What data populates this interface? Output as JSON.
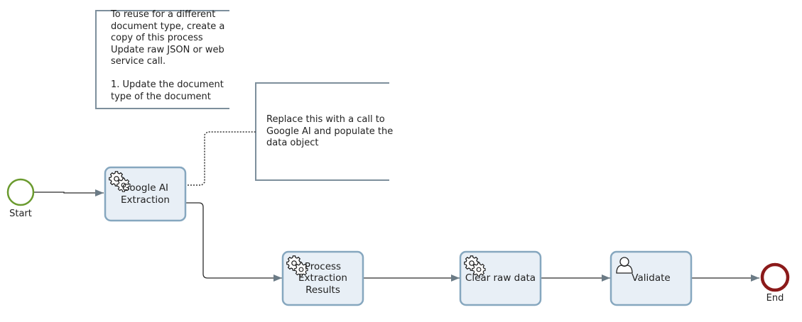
{
  "annotations": {
    "reuse_note": "To reuse for a different\ndocument type, create a\ncopy of this process\nUpdate raw JSON or web\nservice call.\n\n1. Update the document\ntype of the document",
    "replace_note": "Replace this with a call to\nGoogle AI and populate the\ndata object"
  },
  "events": {
    "start": {
      "label": "Start",
      "color": "#6a9a2e"
    },
    "end": {
      "label": "End",
      "color": "#8b1a1a"
    }
  },
  "tasks": {
    "google_ai_extraction": {
      "label": "Google AI\nExtraction",
      "icon": "service-gears-icon"
    },
    "process_extraction_results": {
      "label": "Process\nExtraction\nResults",
      "icon": "service-gears-icon"
    },
    "clear_raw_data": {
      "label": "Clear raw data",
      "icon": "service-gears-icon"
    },
    "validate": {
      "label": "Validate",
      "icon": "user-icon"
    }
  },
  "colors": {
    "task_fill": "#e8eff6",
    "task_stroke": "#86a7bf",
    "annotation_stroke": "#7d8f9c",
    "flow_stroke": "#2b2b2b",
    "arrow_fill": "#6b7b86"
  }
}
